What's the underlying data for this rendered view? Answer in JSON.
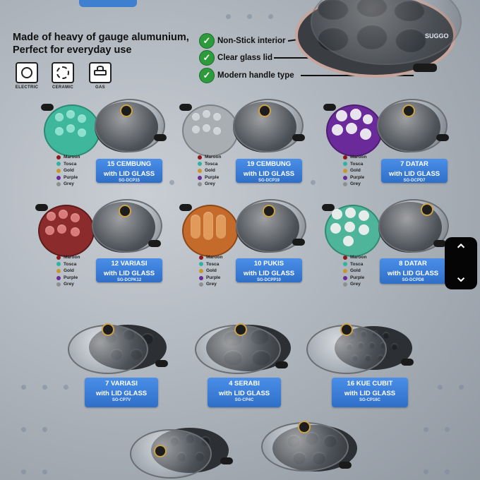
{
  "heading": {
    "line1": "Made of heavy of gauge alumunium,",
    "line2": "Perfect for everyday use"
  },
  "stoves": [
    {
      "label": "ELECTRIC",
      "icon": "electric-stove-icon"
    },
    {
      "label": "CERAMIC",
      "icon": "ceramic-stove-icon"
    },
    {
      "label": "GAS",
      "icon": "gas-stove-icon"
    }
  ],
  "features": [
    {
      "text": "Non-Stick interior"
    },
    {
      "text": "Clear glass lid"
    },
    {
      "text": "Modern handle type"
    }
  ],
  "hero_brand": "SUGGO",
  "color_options": [
    "Maroon",
    "Tosca",
    "Gold",
    "Purple",
    "Grey"
  ],
  "colors": {
    "maroon": "#8b1a1a",
    "tosca": "#2fb3a0",
    "gold": "#c8962e",
    "purple": "#6a2a9a",
    "grey": "#8e8e8e",
    "label_blue": "#3a7fd8",
    "check_green": "#2d9b3c"
  },
  "products": [
    {
      "name": "15 CEMBUNG",
      "sub": "with LID GLASS",
      "code": "SG-DCP15"
    },
    {
      "name": "19 CEMBUNG",
      "sub": "with LID GLASS",
      "code": "SG-DCP19"
    },
    {
      "name": "7 DATAR",
      "sub": "with LID GLASS",
      "code": "SG-DCPD7"
    },
    {
      "name": "12 VARIASI",
      "sub": "with LID GLASS",
      "code": "SG-DCPK12"
    },
    {
      "name": "10 PUKIS",
      "sub": "with LID GLASS",
      "code": "SG-DCPP10"
    },
    {
      "name": "8 DATAR",
      "sub": "with LID GLASS",
      "code": "SG-DCPD8"
    },
    {
      "name": "7 VARIASI",
      "sub": "with LID GLASS",
      "code": "SG-CP7V"
    },
    {
      "name": "4 SERABI",
      "sub": "with LID GLASS",
      "code": "SG-CP4C"
    },
    {
      "name": "16 KUE CUBIT",
      "sub": "with LID GLASS",
      "code": "SG-CP16C"
    }
  ],
  "scroll": {
    "up_icon": "chevron-up-icon",
    "down_icon": "chevron-down-icon"
  }
}
